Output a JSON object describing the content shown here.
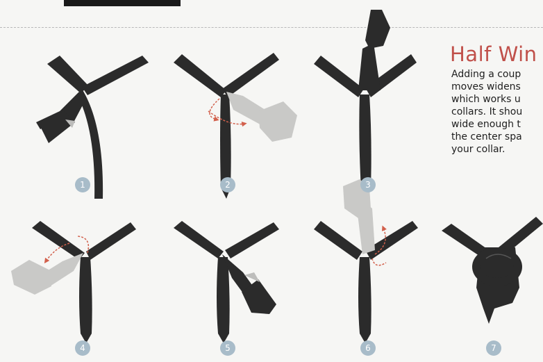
{
  "title": "Half Win",
  "body": [
    "Adding a coup",
    "moves widens",
    "which works u",
    "collars. It shou",
    "wide enough t",
    "the center spa",
    "your collar."
  ],
  "step_numbers": [
    "1",
    "2",
    "3",
    "4",
    "5",
    "6",
    "7"
  ],
  "colors": {
    "tie_dark": "#2b2b2b",
    "tie_light": "#c9c9c7",
    "title_red": "#c0504a",
    "number_badge": "#a8bcc9",
    "arrow": "#d2604c"
  }
}
